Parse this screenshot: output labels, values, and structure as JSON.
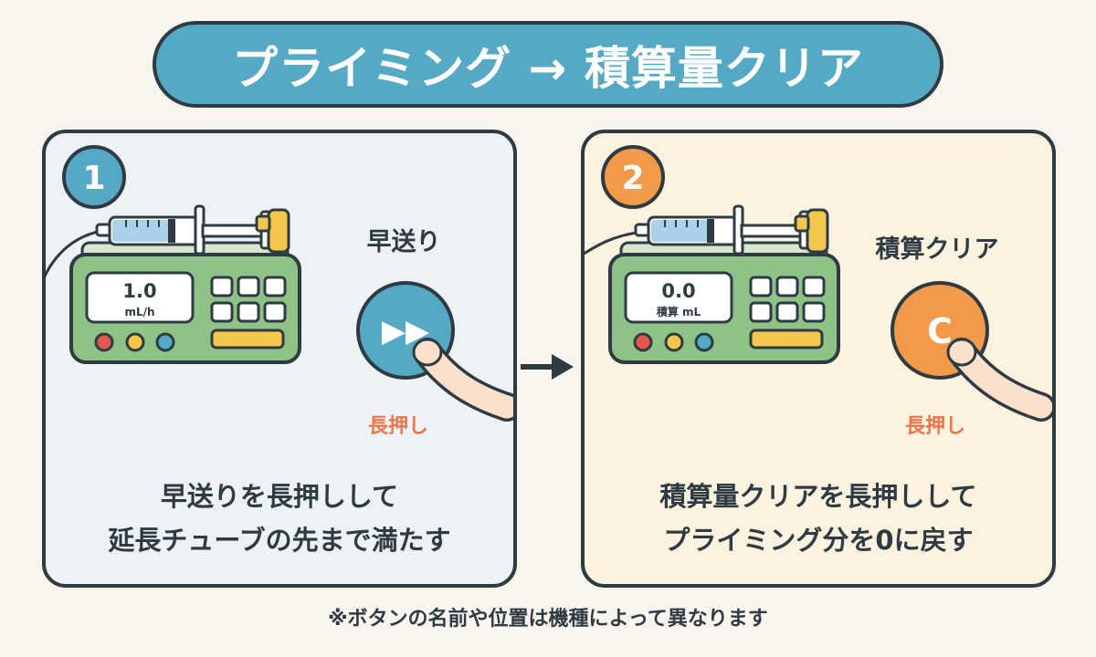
{
  "title": "プライミング → 積算量クリア",
  "steps": [
    {
      "number": "1",
      "display_value": "1.0",
      "display_unit": "mL/h",
      "button_label": "早送り",
      "button_symbol": "▶▶",
      "press_label": "長押し",
      "caption_line1": "早送りを長押しして",
      "caption_line2": "延長チューブの先まで満たす"
    },
    {
      "number": "2",
      "display_value": "0.0",
      "display_unit": "積算 mL",
      "button_label": "積算クリア",
      "button_symbol": "C",
      "press_label": "長押し",
      "caption_line1": "積算量クリアを長押しして",
      "caption_line2": "プライミング分を0に戻す"
    }
  ],
  "footnote": "※ボタンの名前や位置は機種によって異なります",
  "colors": {
    "title_bg": "#56a9c5",
    "outline": "#2f3b43",
    "panel1_bg": "#edf2f7",
    "panel2_bg": "#fbf2df",
    "pump_body": "#8ec287",
    "step1_badge": "#56a9c5",
    "step2_badge": "#f2994a",
    "press_text": "#e8774a"
  }
}
